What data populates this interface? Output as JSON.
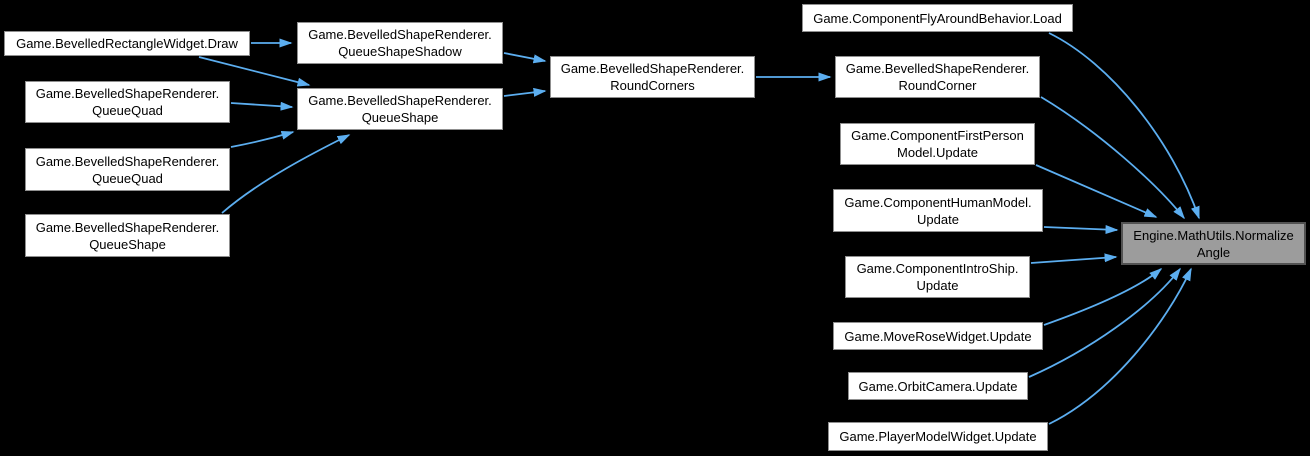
{
  "diagram": {
    "type": "call-graph",
    "highlight_node": "Engine.MathUtils.NormalizeAngle",
    "colors": {
      "background": "#000000",
      "node_fill": "#ffffff",
      "node_border": "#8f8f8f",
      "highlight_fill": "#9c9c9c",
      "highlight_border": "#525252",
      "edge": "#5caef0",
      "text": "#000000"
    },
    "nodes": [
      {
        "id": "draw",
        "label": "Game.BevelledRectangleWidget.Draw",
        "lines": [
          "Game.BevelledRectangleWidget.Draw"
        ]
      },
      {
        "id": "queuequad-1",
        "label": "Game.BevelledShapeRenderer.QueueQuad",
        "lines": [
          "Game.BevelledShapeRenderer.",
          "QueueQuad"
        ]
      },
      {
        "id": "queuequad-2",
        "label": "Game.BevelledShapeRenderer.QueueQuad",
        "lines": [
          "Game.BevelledShapeRenderer.",
          "QueueQuad"
        ]
      },
      {
        "id": "queueshape-1",
        "label": "Game.BevelledShapeRenderer.QueueShape",
        "lines": [
          "Game.BevelledShapeRenderer.",
          "QueueShape"
        ]
      },
      {
        "id": "queueshapeshadow",
        "label": "Game.BevelledShapeRenderer.QueueShapeShadow",
        "lines": [
          "Game.BevelledShapeRenderer.",
          "QueueShapeShadow"
        ]
      },
      {
        "id": "queueshape-2",
        "label": "Game.BevelledShapeRenderer.QueueShape",
        "lines": [
          "Game.BevelledShapeRenderer.",
          "QueueShape"
        ]
      },
      {
        "id": "roundcorners",
        "label": "Game.BevelledShapeRenderer.RoundCorners",
        "lines": [
          "Game.BevelledShapeRenderer.",
          "RoundCorners"
        ]
      },
      {
        "id": "flyaround-load",
        "label": "Game.ComponentFlyAroundBehavior.Load",
        "lines": [
          "Game.ComponentFlyAroundBehavior.Load"
        ]
      },
      {
        "id": "roundcorner",
        "label": "Game.BevelledShapeRenderer.RoundCorner",
        "lines": [
          "Game.BevelledShapeRenderer.",
          "RoundCorner"
        ]
      },
      {
        "id": "firstperson-update",
        "label": "Game.ComponentFirstPersonModel.Update",
        "lines": [
          "Game.ComponentFirstPerson",
          "Model.Update"
        ]
      },
      {
        "id": "humanmodel-update",
        "label": "Game.ComponentHumanModel.Update",
        "lines": [
          "Game.ComponentHumanModel.",
          "Update"
        ]
      },
      {
        "id": "introship-update",
        "label": "Game.ComponentIntroShip.Update",
        "lines": [
          "Game.ComponentIntroShip.",
          "Update"
        ]
      },
      {
        "id": "moverose-update",
        "label": "Game.MoveRoseWidget.Update",
        "lines": [
          "Game.MoveRoseWidget.Update"
        ]
      },
      {
        "id": "orbitcamera-update",
        "label": "Game.OrbitCamera.Update",
        "lines": [
          "Game.OrbitCamera.Update"
        ]
      },
      {
        "id": "playermodel-update",
        "label": "Game.PlayerModelWidget.Update",
        "lines": [
          "Game.PlayerModelWidget.Update"
        ]
      },
      {
        "id": "normalize-angle",
        "label": "Engine.MathUtils.NormalizeAngle",
        "lines": [
          "Engine.MathUtils.Normalize",
          "Angle"
        ],
        "highlighted": true
      }
    ],
    "edges": [
      {
        "from": "draw",
        "to": "queueshapeshadow"
      },
      {
        "from": "draw",
        "to": "queueshape-2"
      },
      {
        "from": "queuequad-1",
        "to": "queueshape-2"
      },
      {
        "from": "queuequad-2",
        "to": "queueshape-2"
      },
      {
        "from": "queueshape-1",
        "to": "queueshape-2"
      },
      {
        "from": "queueshapeshadow",
        "to": "roundcorners"
      },
      {
        "from": "queueshape-2",
        "to": "roundcorners"
      },
      {
        "from": "roundcorners",
        "to": "roundcorner"
      },
      {
        "from": "flyaround-load",
        "to": "normalize-angle"
      },
      {
        "from": "roundcorner",
        "to": "normalize-angle"
      },
      {
        "from": "firstperson-update",
        "to": "normalize-angle"
      },
      {
        "from": "humanmodel-update",
        "to": "normalize-angle"
      },
      {
        "from": "introship-update",
        "to": "normalize-angle"
      },
      {
        "from": "moverose-update",
        "to": "normalize-angle"
      },
      {
        "from": "orbitcamera-update",
        "to": "normalize-angle"
      },
      {
        "from": "playermodel-update",
        "to": "normalize-angle"
      }
    ]
  }
}
